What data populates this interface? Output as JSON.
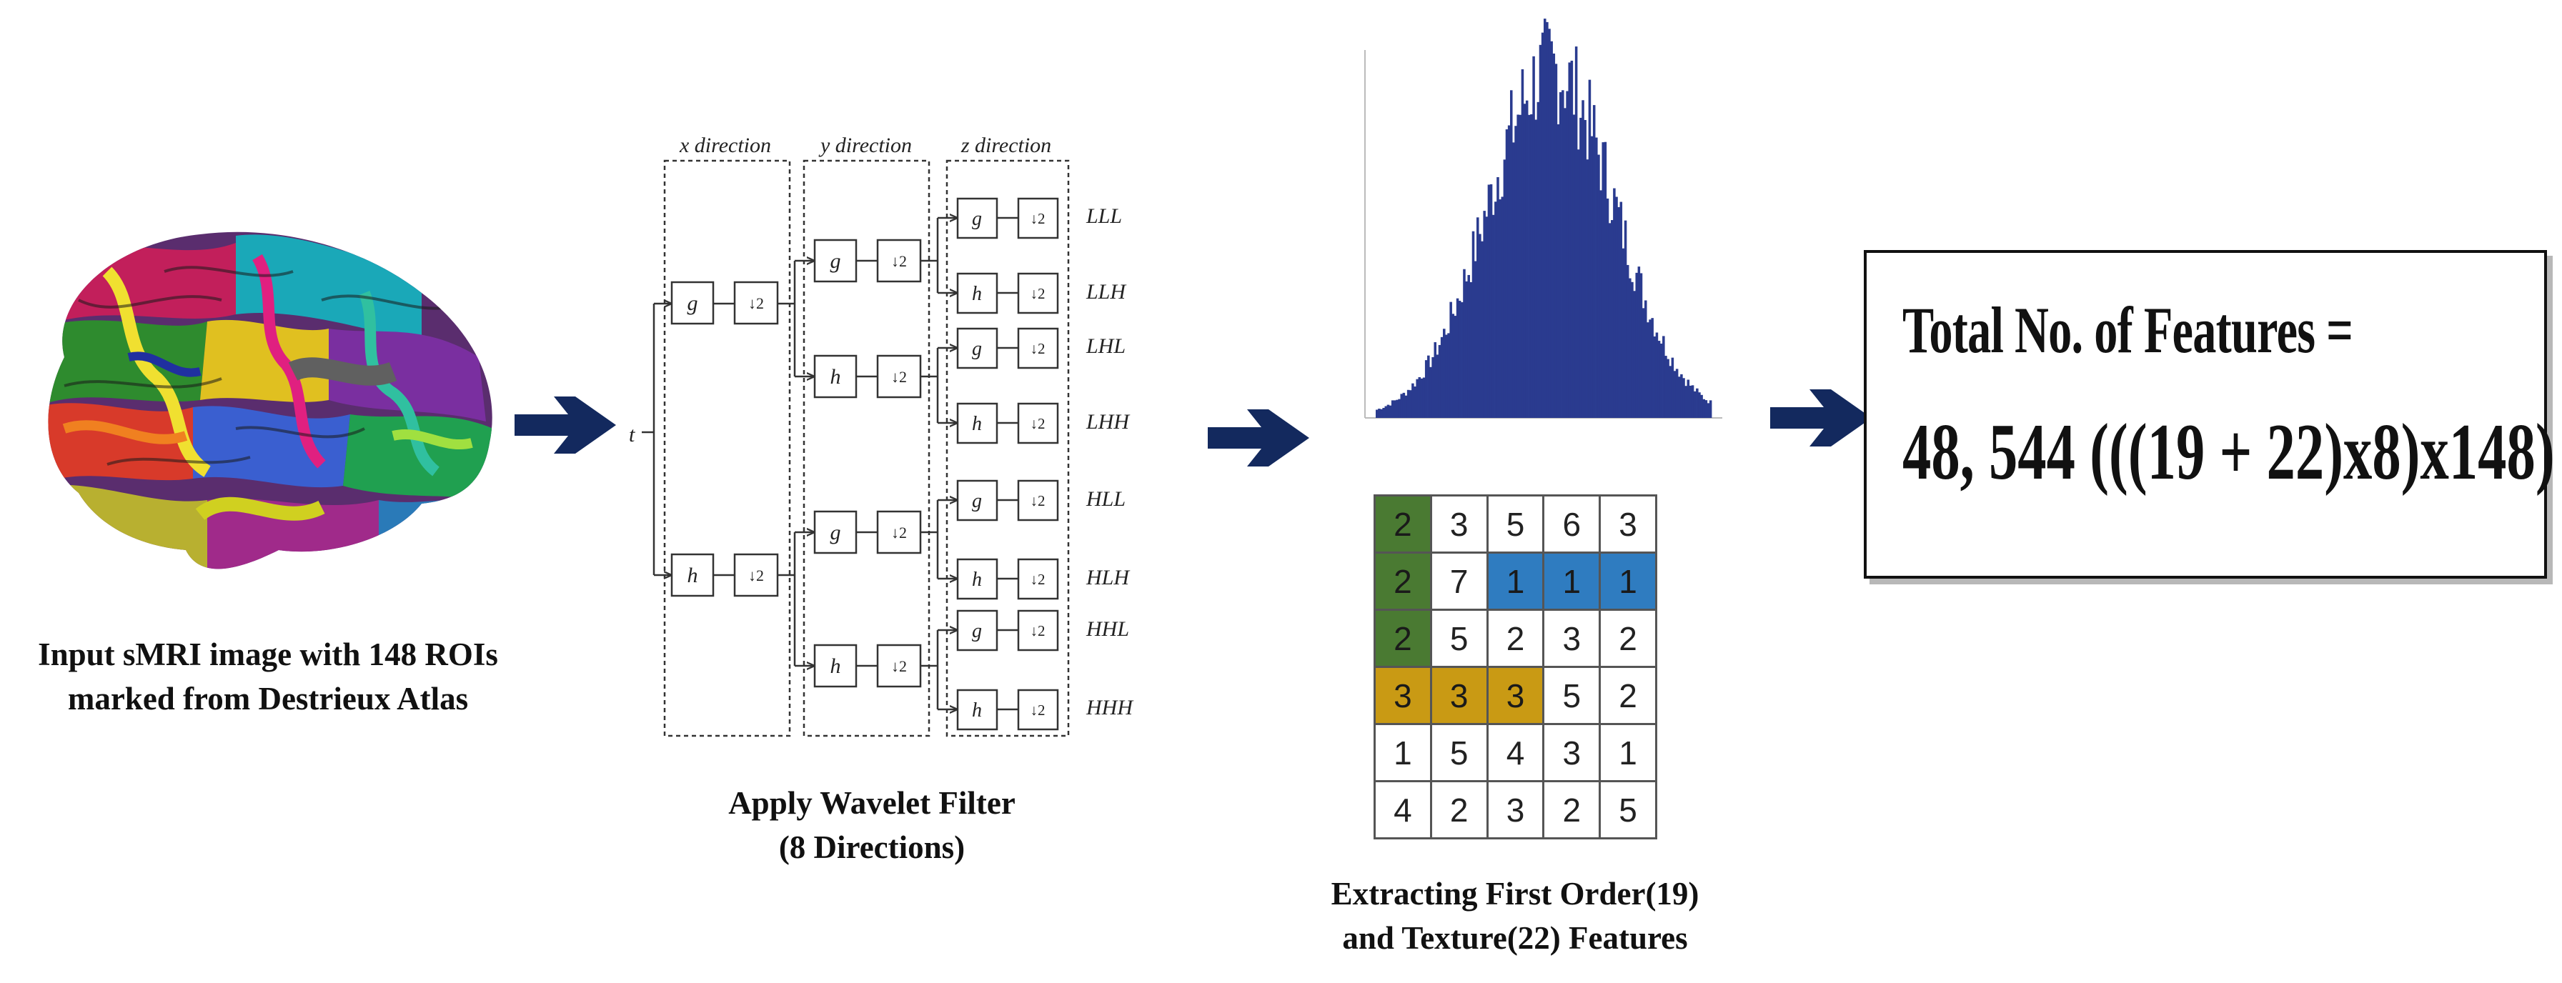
{
  "colors": {
    "arrow": "#13295e",
    "histogram": "#2a3b8f",
    "green": "#4a7a32",
    "blue": "#2f7cc0",
    "gold": "#c99a14"
  },
  "input": {
    "caption_line1": "Input sMRI image with 148 ROIs",
    "caption_line2": "marked from Destrieux Atlas"
  },
  "wavelet": {
    "input_label": "t",
    "headers": [
      "x direction",
      "y direction",
      "z direction"
    ],
    "filter_g": "g",
    "filter_h": "h",
    "downsample": "↓2",
    "outputs": [
      "LLL",
      "LLH",
      "LHL",
      "LHH",
      "HLL",
      "HLH",
      "HHL",
      "HHH"
    ],
    "caption_line1": "Apply Wavelet Filter",
    "caption_line2": "(8 Directions)"
  },
  "features": {
    "caption_line1": "Extracting First Order(19)",
    "caption_line2": "and Texture(22) Features",
    "matrix": [
      [
        "2",
        "3",
        "5",
        "6",
        "3"
      ],
      [
        "2",
        "7",
        "1",
        "1",
        "1"
      ],
      [
        "2",
        "5",
        "2",
        "3",
        "2"
      ],
      [
        "3",
        "3",
        "3",
        "5",
        "2"
      ],
      [
        "1",
        "5",
        "4",
        "3",
        "1"
      ],
      [
        "4",
        "2",
        "3",
        "2",
        "5"
      ]
    ],
    "highlight": [
      [
        "green",
        "",
        "",
        "",
        ""
      ],
      [
        "green",
        "",
        "blue",
        "blue",
        "blue"
      ],
      [
        "green",
        "",
        "",
        "",
        ""
      ],
      [
        "gold",
        "gold",
        "gold",
        "",
        ""
      ],
      [
        "",
        "",
        "",
        "",
        ""
      ],
      [
        "",
        "",
        "",
        "",
        ""
      ]
    ]
  },
  "result": {
    "title": "Total No. of Features =",
    "formula": "48, 544 (((19 + 22)x8)x148)"
  }
}
